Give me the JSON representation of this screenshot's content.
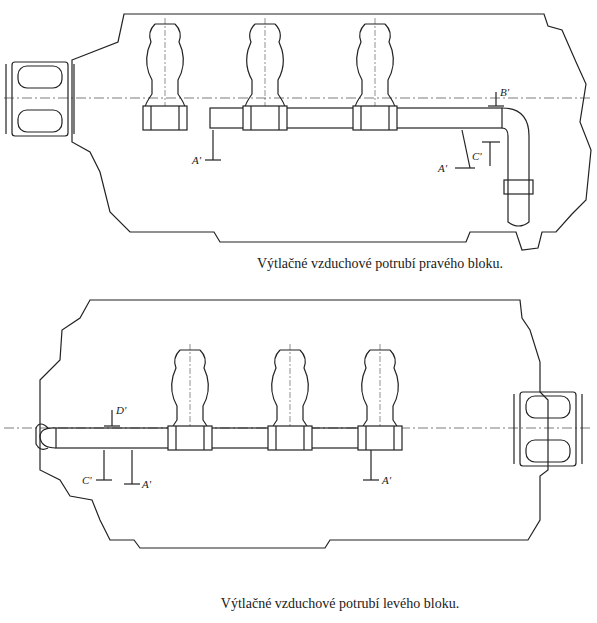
{
  "diagram": {
    "labels": [
      "A'",
      "B'",
      "A'",
      "C'",
      "Výtlačné vzduchové potrubí pravého bloku.",
      "D'",
      "C'",
      "A'",
      "A'",
      "Výtlačné vzduchové potrubí levého bloku."
    ]
  }
}
